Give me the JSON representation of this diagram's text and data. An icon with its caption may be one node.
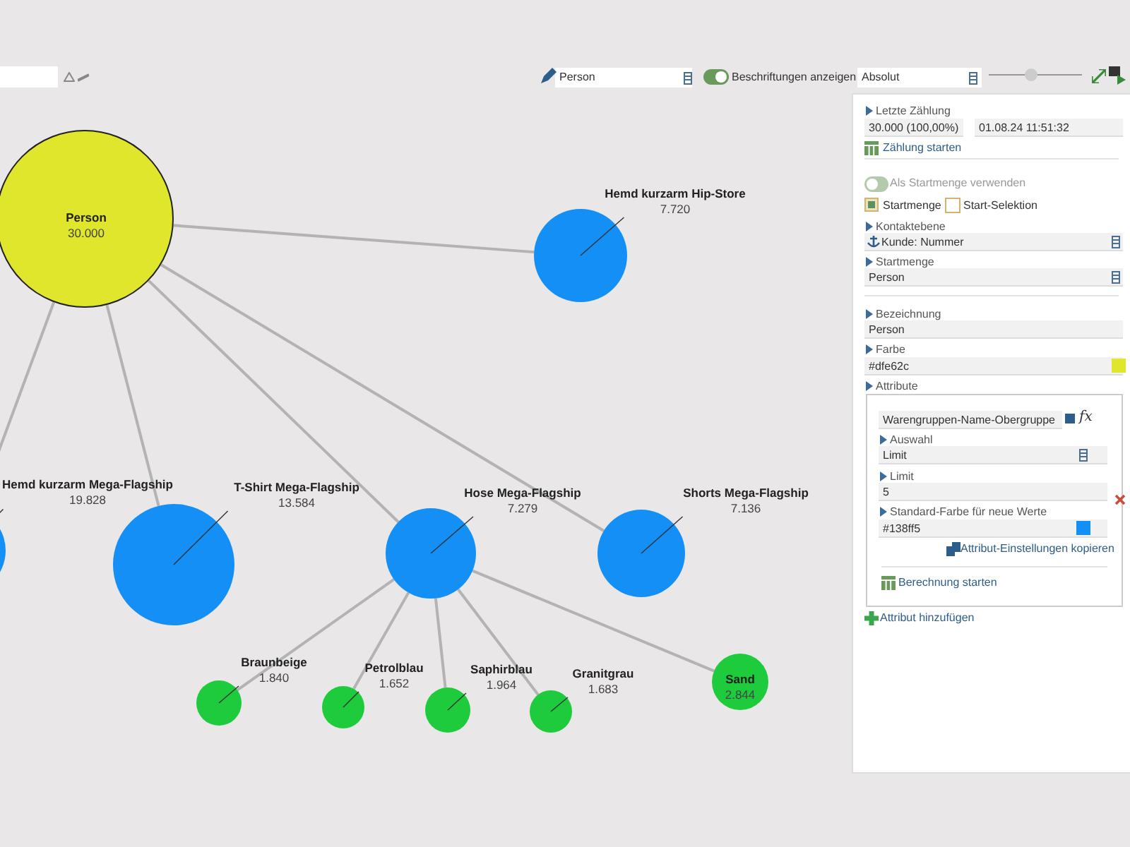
{
  "diagram": {
    "nodes": [
      {
        "text": [
          "Person",
          "30.000"
        ]
      },
      {
        "text": [
          "Hemd kurzarm Hip-Store",
          "7.720"
        ]
      },
      {
        "text": [
          "Hemd kurzarm Mega-Flagship",
          "19.828"
        ]
      },
      {
        "text": [
          "T-Shirt Mega-Flagship",
          "13.584"
        ]
      },
      {
        "text": [
          "Hose Mega-Flagship",
          "7.279"
        ]
      },
      {
        "text": [
          "Shorts Mega-Flagship",
          "7.136"
        ]
      },
      {
        "text": [
          "Braunbeige",
          "1.840"
        ]
      },
      {
        "text": [
          "Petrolblau",
          "1.652"
        ]
      },
      {
        "text": [
          "Saphirblau",
          "1.964"
        ]
      },
      {
        "text": [
          "Granitgrau",
          "1.683"
        ]
      },
      {
        "text": [
          "Sand",
          "2.844"
        ]
      }
    ],
    "edges": [
      {
        "from": 0,
        "to": 1,
        "arrow": "none"
      },
      {
        "from": 0,
        "to": 2,
        "arrow": "none"
      },
      {
        "from": 0,
        "to": 3,
        "arrow": "none"
      },
      {
        "from": 0,
        "to": 4,
        "arrow": "none"
      },
      {
        "from": 0,
        "to": 5,
        "arrow": "none"
      },
      {
        "from": 4,
        "to": 6,
        "arrow": "none"
      },
      {
        "from": 4,
        "to": 7,
        "arrow": "none"
      },
      {
        "from": 4,
        "to": 8,
        "arrow": "none"
      },
      {
        "from": 4,
        "to": 9,
        "arrow": "none"
      },
      {
        "from": 4,
        "to": 10,
        "arrow": "none"
      }
    ],
    "labels": [
      "Person",
      "Beschriftungen anzeigen",
      "Absolut",
      "Letzte Zählung",
      "30.000 (100,00%)",
      "01.08.24 11:51:32",
      "Zählung starten",
      "Als Startmenge verwenden",
      "Startmenge",
      "Start-Selektion",
      "Kontaktebene",
      "Kunde: Nummer",
      "Startmenge",
      "Person",
      "Bezeichnung",
      "Person",
      "Farbe",
      "#dfe62c",
      "Attribute",
      "Warengruppen-Name-Obergruppe",
      "fx",
      "Auswahl",
      "Limit",
      "Limit",
      "5",
      "Standard-Farbe für neue Werte",
      "#138ff5",
      "Attribut-Einstellungen kopieren",
      "Berechnung starten",
      "Attribut hinzufügen"
    ]
  }
}
